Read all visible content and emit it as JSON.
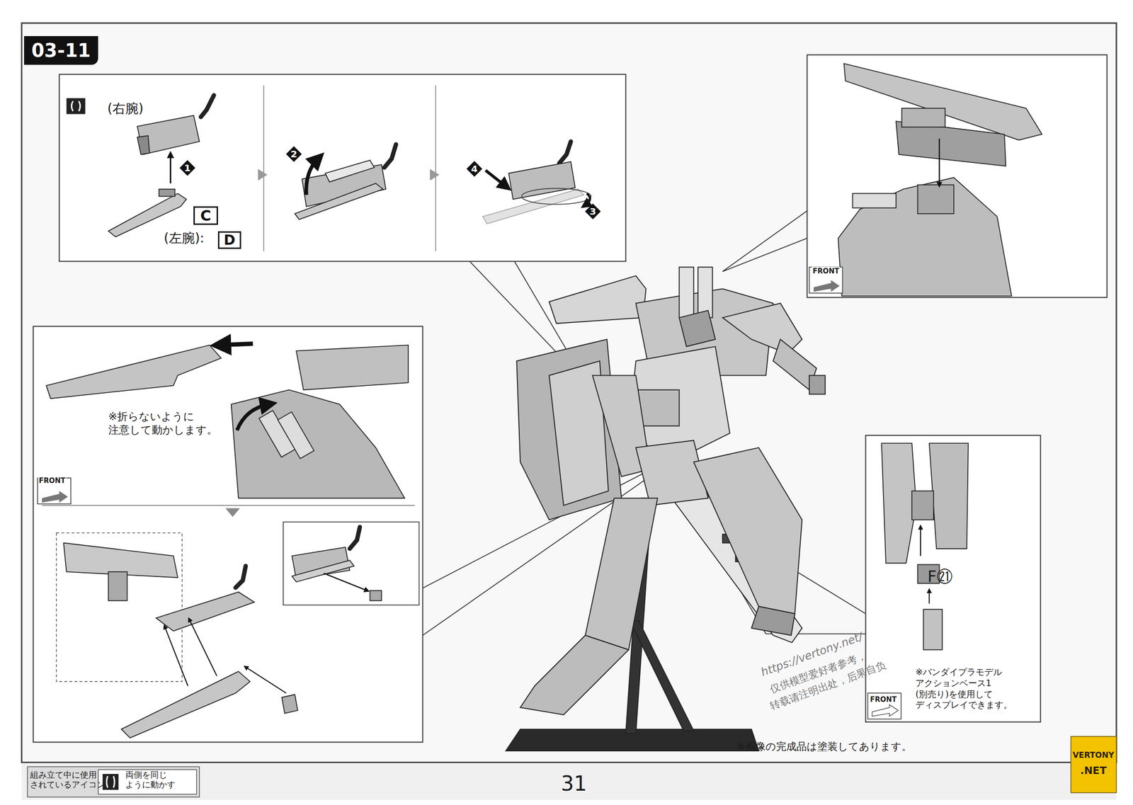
{
  "diagram": {
    "title": "03-11",
    "nodes": [
      {
        "text": [
          "(右腕)",
          "(左腕):"
        ]
      },
      {
        "text": [
          "C"
        ],
        "in": 0
      },
      {
        "text": [
          "D"
        ],
        "in": 0
      },
      {
        "text": [
          "1"
        ],
        "in": 0
      },
      {
        "text": [
          "2"
        ],
        "in": 0
      },
      {
        "text": [
          "4"
        ],
        "in": 0
      },
      {
        "text": [
          "3"
        ],
        "in": 0
      },
      {
        "text": [
          "FRONT"
        ]
      },
      {
        "text": [
          "※折らないように 注意して動かします。",
          "FRONT"
        ]
      },
      {
        "text": [
          "F㉑",
          "※バンダイプラモデル アクションベース1 (別売り)を使用して ディスプレイできます。",
          "FRONT"
        ]
      },
      {
        "text": [
          "組み立て中に使用 されているアイコン",
          "両側を同じ ように動かす"
        ]
      }
    ],
    "labels": [
      "※画像の完成品は塗装してあります。",
      "31",
      "https://vertony.net/",
      "仅供模型爱好者参考，",
      "转载请注明出处，后果自负",
      "VERTONY",
      ".NET"
    ]
  }
}
